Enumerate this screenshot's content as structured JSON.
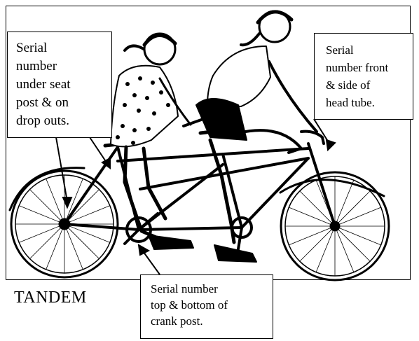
{
  "label": "TANDEM",
  "callouts": {
    "seat_post": "Serial\nnumber\nunder seat\npost & on\ndrop outs.",
    "head_tube": "Serial\nnumber front\n& side of\nhead tube.",
    "crank_post": "Serial number\ntop & bottom of\ncrank post."
  },
  "colors": {
    "ink": "#000000",
    "paper": "#ffffff"
  }
}
